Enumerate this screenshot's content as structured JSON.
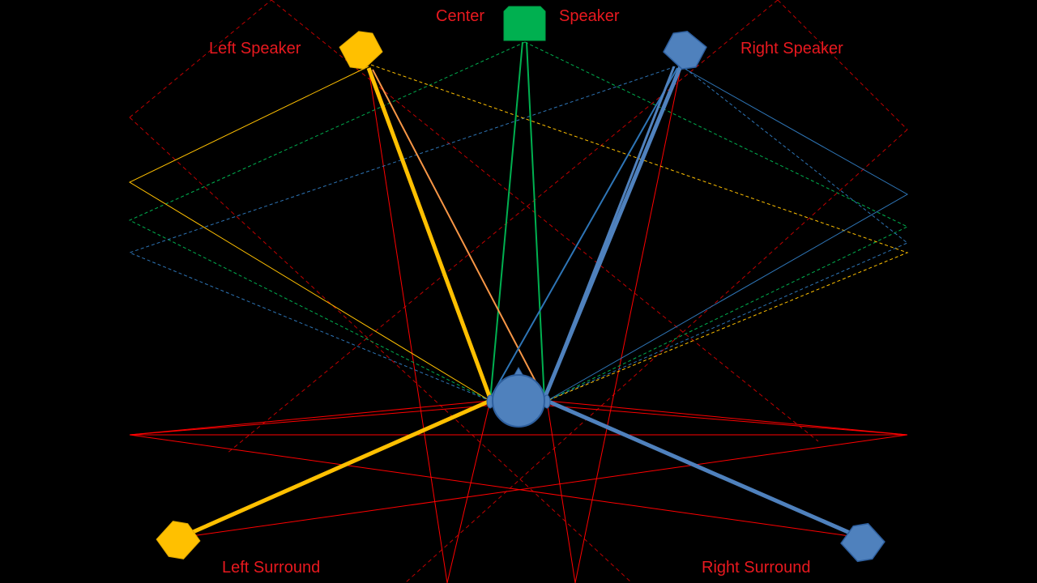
{
  "labels": {
    "center_left": "Center",
    "center_right": "Speaker",
    "left_speaker": "Left Speaker",
    "right_speaker": "Right Speaker",
    "left_surround": "Left Surround",
    "right_surround": "Right Surround"
  },
  "speakers": {
    "center": "center-speaker-icon",
    "left": "left-speaker-icon",
    "right": "right-speaker-icon",
    "left_surround": "left-surround-speaker-icon",
    "right_surround": "right-surround-speaker-icon",
    "listener": "listener-head-icon"
  },
  "colors": {
    "background": "#000000",
    "label_text": "#e8191f",
    "left_channel": "#ffc000",
    "left_channel_secondary": "#f79646",
    "right_channel": "#4f81bd",
    "right_channel_secondary": "#2e75b6",
    "center_channel": "#00b050",
    "reflection_lines": "#ff0000",
    "room_outline": "#c00000"
  }
}
